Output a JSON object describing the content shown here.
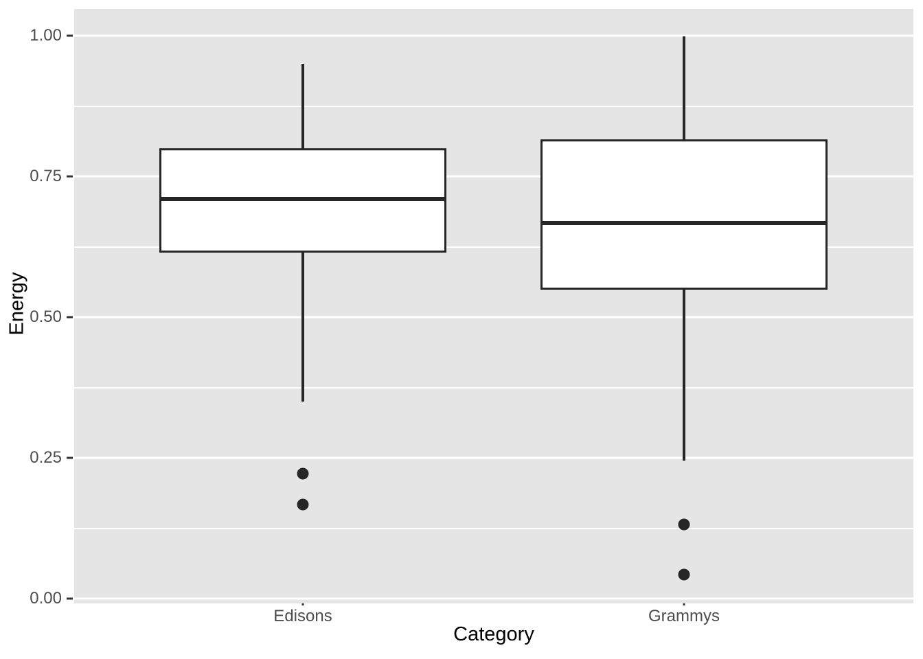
{
  "chart_data": {
    "type": "box",
    "title": "",
    "xlabel": "Category",
    "ylabel": "Energy",
    "categories": [
      "Edisons",
      "Grammys"
    ],
    "ylim": [
      0.0,
      1.0
    ],
    "ytick_labels": [
      "0.00",
      "0.25",
      "0.50",
      "0.75",
      "1.00"
    ],
    "ytick_values": [
      0.0,
      0.25,
      0.5,
      0.75,
      1.0
    ],
    "yminor_values": [
      0.125,
      0.375,
      0.625,
      0.875
    ],
    "grid": true,
    "legend": "none",
    "panel_background": "#E5E5E5",
    "grid_color": "#FFFFFF",
    "box_fill": "#FFFFFF",
    "box_stroke": "#262626",
    "boxes": [
      {
        "category": "Edisons",
        "whisker_low": 0.35,
        "q1": 0.615,
        "median": 0.71,
        "q3": 0.8,
        "whisker_high": 0.95,
        "outliers": [
          0.222,
          0.167
        ]
      },
      {
        "category": "Grammys",
        "whisker_low": 0.245,
        "q1": 0.549,
        "median": 0.667,
        "q3": 0.816,
        "whisker_high": 0.999,
        "outliers": [
          0.132,
          0.043
        ]
      }
    ]
  }
}
